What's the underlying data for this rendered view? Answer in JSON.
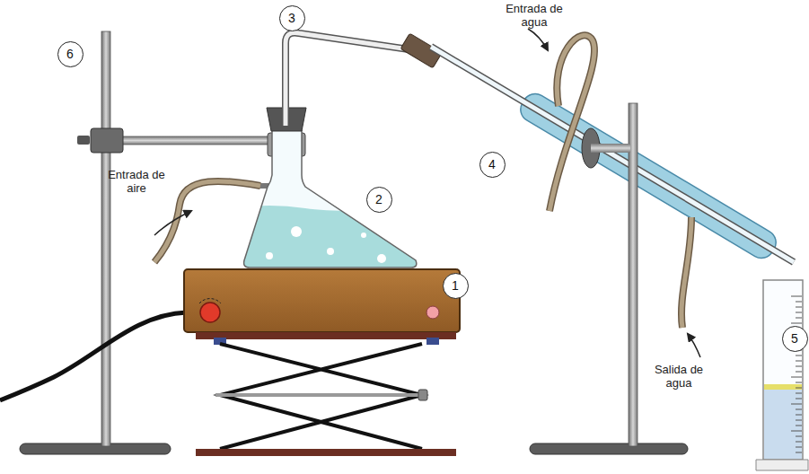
{
  "diagram": {
    "nodes": [
      {
        "text": [
          "3"
        ]
      },
      {
        "text": [
          "6"
        ]
      },
      {
        "text": [
          "4"
        ]
      },
      {
        "text": [
          "2"
        ]
      },
      {
        "text": [
          "1"
        ]
      },
      {
        "text": [
          "5"
        ]
      }
    ],
    "labels": [
      "Entrada de agua",
      "Entrada de aire",
      "Salida de agua"
    ]
  }
}
